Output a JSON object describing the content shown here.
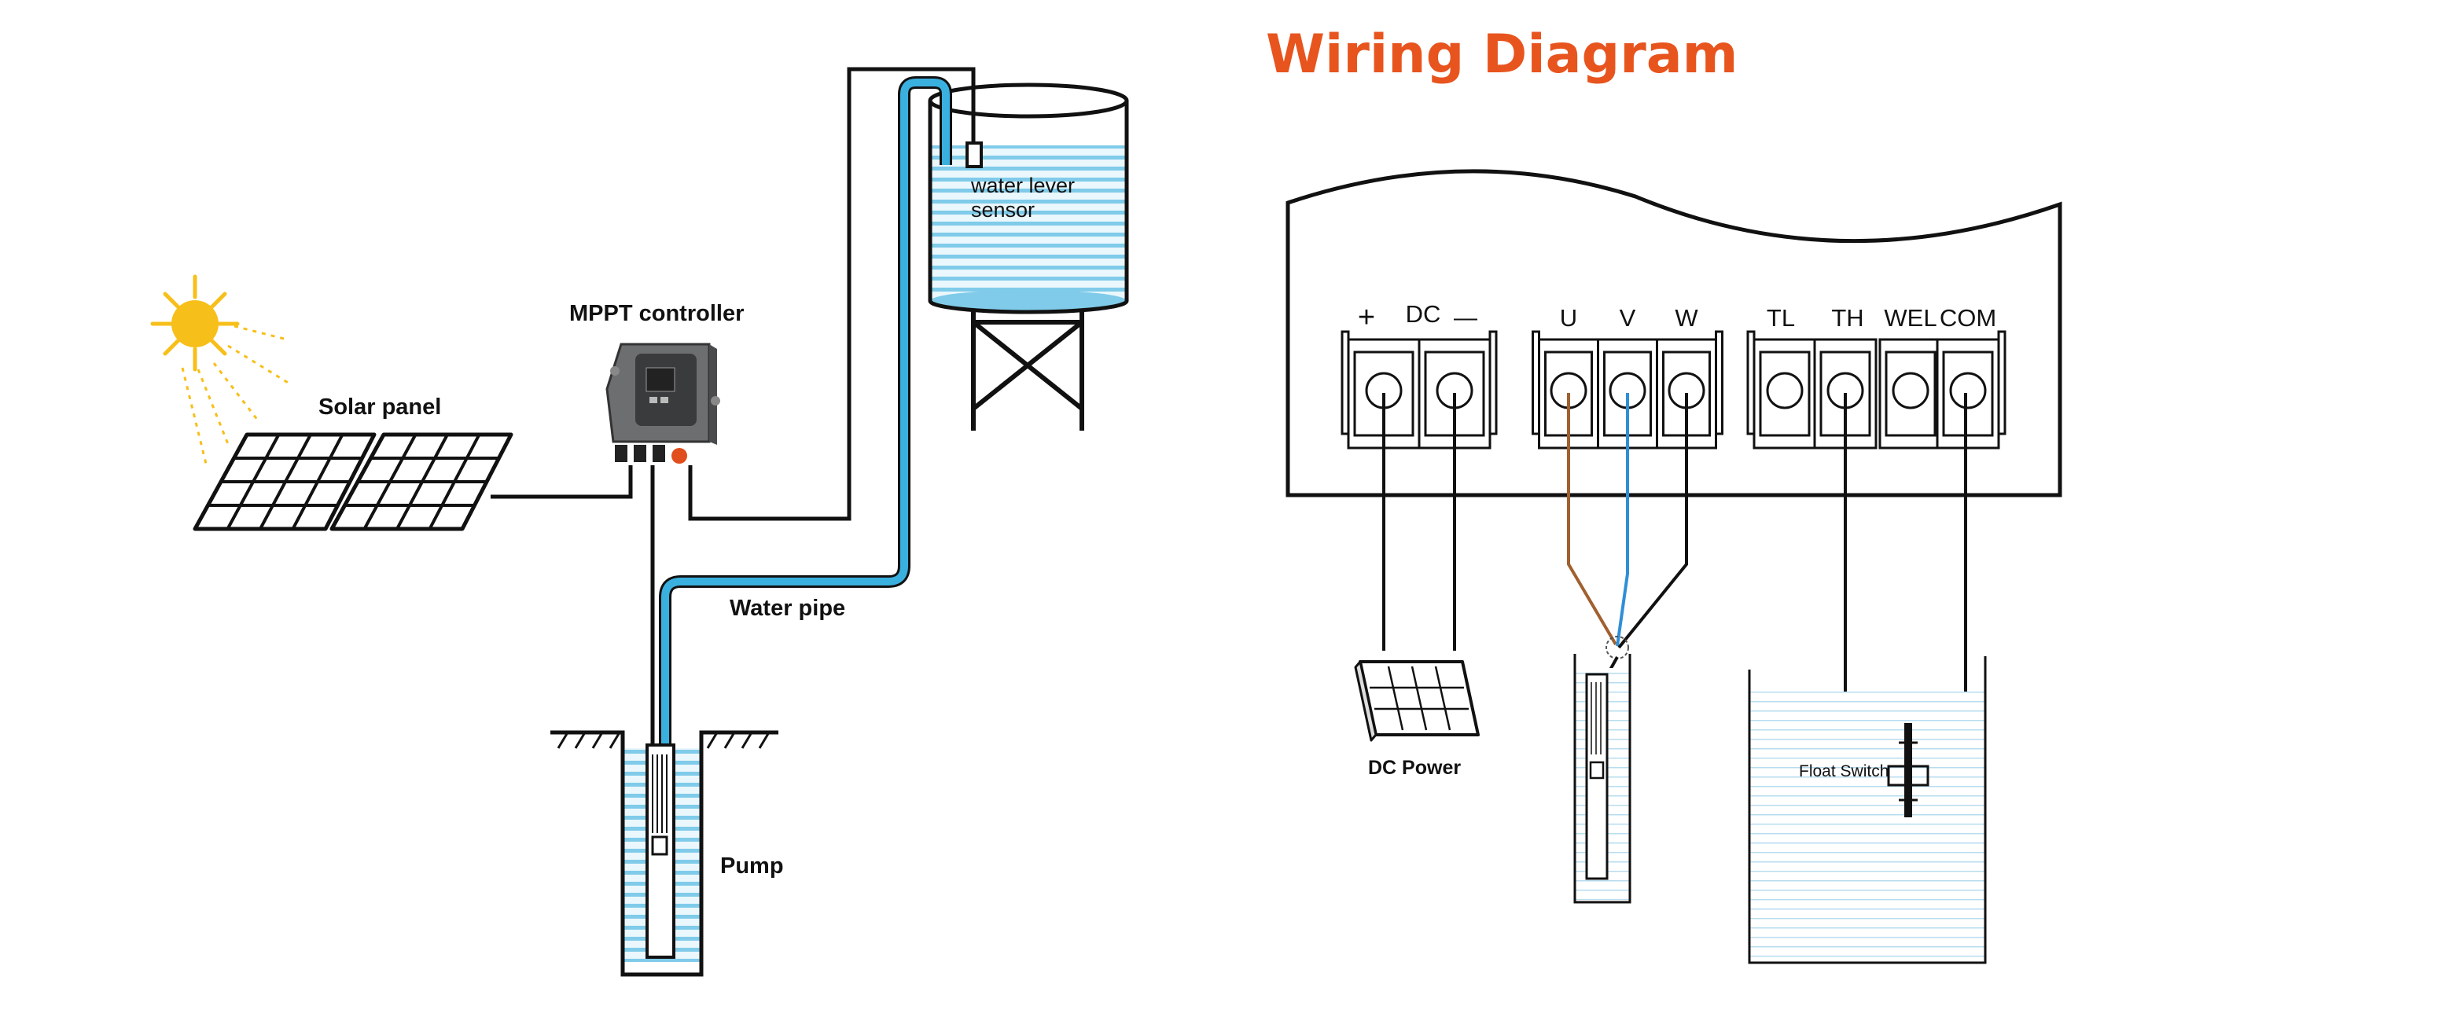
{
  "title": "Wiring Diagram",
  "colors": {
    "title": "#e8541e",
    "water": "#3ab0df",
    "water_light": "#a9dcef",
    "sun": "#f7bf1a",
    "wire_brown": "#a0602f",
    "wire_blue": "#2f8fd6",
    "controller_body": "#6d6e70",
    "controller_button": "#e14d1c"
  },
  "system": {
    "solar_panel_label": "Solar panel",
    "controller_label": "MPPT controller",
    "sensor_label_line1": "water lever",
    "sensor_label_line2": "sensor",
    "pipe_label": "Water pipe",
    "pump_label": "Pump"
  },
  "wiring": {
    "terminal_groups": [
      {
        "id": "dc",
        "labels": [
          "+",
          "DC",
          "—"
        ],
        "terminal_count": 2
      },
      {
        "id": "motor",
        "labels": [
          "U",
          "V",
          "W"
        ],
        "terminal_count": 3
      },
      {
        "id": "sensor",
        "labels": [
          "TL",
          "TH",
          "WEL",
          "COM"
        ],
        "terminal_count": 4
      }
    ],
    "dc_power_label": "DC Power",
    "float_switch_label": "Float Switch"
  }
}
